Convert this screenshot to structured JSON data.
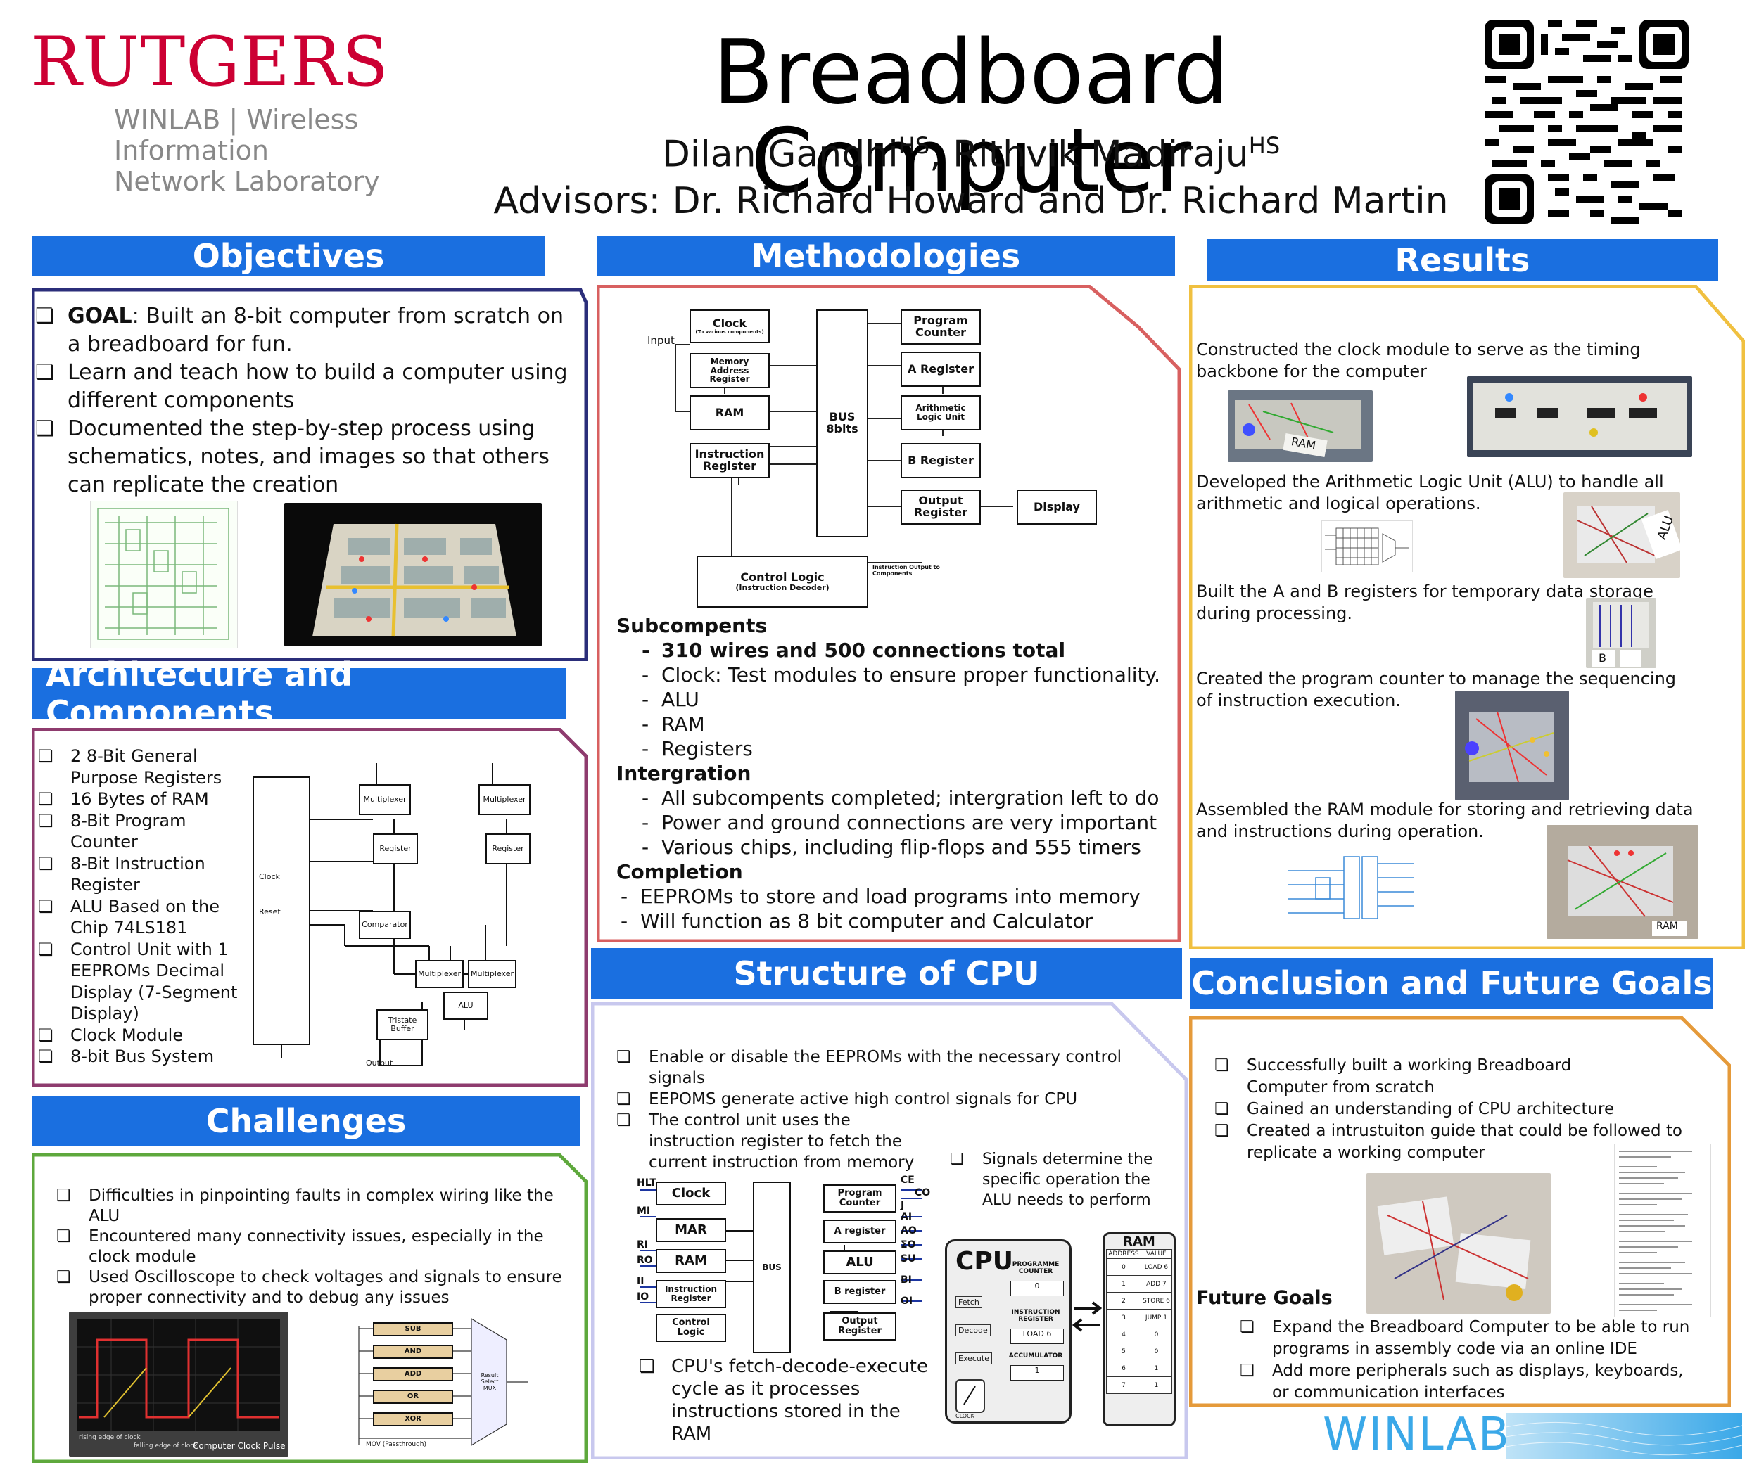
{
  "header": {
    "logo_word": "RUTGERS",
    "logo_sub1": "WINLAB | Wireless Information",
    "logo_sub2": "Network Laboratory",
    "title": "Breadboard Computer",
    "author1": "Dilan Gandhi",
    "author2": "Rithvik Madiraju",
    "author_sup": "HS",
    "author_sep": ", ",
    "advisors": "Advisors: Dr. Richard Howard and Dr. Richard Martin"
  },
  "colors": {
    "header_blue": "#1a6fe0",
    "rutgers_red": "#cc0033",
    "objectives_border": "#2b2e7a",
    "arch_border": "#8e3b6e",
    "challenges_border": "#5ea83c",
    "methods_border": "#d86060",
    "cpu_border": "#c8c8ee",
    "results_border": "#f0c040",
    "conclusion_border": "#e59a3a",
    "winlab_blue": "#3aa8e8"
  },
  "objectives": {
    "title": "Objectives",
    "goal_label": "GOAL",
    "goal_text": ": Built an 8-bit computer from scratch on a breadboard for fun.",
    "items": [
      "Learn and teach how to build a computer using different components",
      "Documented the step-by-step process using schematics, notes, and images so that others can replicate the creation"
    ]
  },
  "architecture": {
    "title": "Architecture and Components",
    "items": [
      "2 8-Bit General Purpose Registers",
      "16 Bytes of RAM",
      "8-Bit Program Counter",
      "8-Bit Instruction Register",
      "ALU Based on the Chip 74LS181",
      "Control Unit with 1 EEPROMs Decimal Display (7-Segment Display)",
      "Clock Module",
      "8-bit Bus System"
    ],
    "diagram": {
      "clock": "Clock",
      "reset": "Reset",
      "mux1": "Multiplexer",
      "mux2": "Multiplexer",
      "reg1": "Register",
      "reg2": "Register",
      "comparator": "Comparator",
      "mux3": "Multiplexer",
      "mux4": "Multiplexer",
      "alu": "ALU",
      "tristate": "Tristate Buffer",
      "output": "Output"
    }
  },
  "challenges": {
    "title": "Challenges",
    "items": [
      "Difficulties in pinpointing faults in complex wiring like the ALU",
      "Encountered many connectivity issues, especially in the clock module",
      "Used Oscilloscope to check voltages and signals to ensure proper connectivity and to debug any issues"
    ],
    "scope_caption": "Computer Clock Pulse",
    "scope_rise": "rising edge of clock",
    "scope_fall": "falling edge of clock",
    "mux_ops": [
      "SUB",
      "AND",
      "ADD",
      "OR",
      "XOR"
    ],
    "mux_label": "Result Select MUX",
    "mux_pass": "MOV (Passthrough)"
  },
  "methodologies": {
    "title": "Methodologies",
    "diagram": {
      "input": "Input",
      "clock": "Clock",
      "clock_sub": "(To various components)",
      "mar": "Memory Address Register",
      "ram": "RAM",
      "ir": "Instruction Register",
      "bus": "BUS 8bits",
      "pc": "Program Counter",
      "areg": "A Register",
      "alu": "Arithmetic Logic Unit",
      "breg": "B Register",
      "out": "Output Register",
      "display": "Display",
      "control": "Control Logic",
      "control_sub": "(Instruction Decoder)",
      "control_out": "Instruction Output to Components"
    },
    "subcomponents_title": "Subcompents",
    "subcomponents_bold": "310 wires and 500 connections total",
    "subcomponents": [
      "Clock: Test modules to ensure proper functionality.",
      "ALU",
      "RAM",
      "Registers"
    ],
    "integration_title": "Intergration",
    "integration": [
      "All subcompents completed; intergration left to do",
      " Power and ground connections are very important",
      "Various chips, including flip-flops and 555 timers"
    ],
    "completion_title": "Completion",
    "completion": [
      "EEPROMs to store and load programs into memory",
      " Will function as 8 bit computer and Calculator"
    ]
  },
  "cpu": {
    "title": "Structure of CPU",
    "items": [
      "Enable or disable the EEPROMs with the necessary control signals",
      " EEPOMS generate active high control signals for CPU",
      "The control unit uses the instruction register to fetch the current instruction from memory"
    ],
    "signals_note": "Signals determine the specific operation the ALU needs to perform",
    "fde_note": "CPU's fetch-decode-execute cycle as it processes instructions stored in the RAM",
    "diagram": {
      "clock": "Clock",
      "mar": "MAR",
      "ram": "RAM",
      "ir": "Instruction Register",
      "control": "Control Logic",
      "bus": "BUS",
      "pc": "Program Counter",
      "areg": "A register",
      "alu": "ALU",
      "breg": "B register",
      "out": "Output Register",
      "left_signals": [
        "HLT",
        "MI",
        "RI",
        "RO",
        "II",
        "IO"
      ],
      "right_signals": [
        "CE",
        "CO",
        "J",
        "AI",
        "AO",
        "ΣO",
        "SU",
        "BI",
        "OI"
      ]
    },
    "cpu_graphic": {
      "cpu": "CPU",
      "fetch": "Fetch",
      "decode": "Decode",
      "execute": "Execute",
      "clock": "CLOCK",
      "pc_label": "PROGRAMME COUNTER",
      "pc_value": "0",
      "ir_label": "INSTRUCTION REGISTER",
      "ir_value": "LOAD 6",
      "acc_label": "ACCUMULATOR",
      "acc_value": "1",
      "ram_title": "RAM",
      "ram_head_addr": "ADDRESS",
      "ram_head_val": "VALUE",
      "ram_rows": [
        [
          "0",
          "LOAD 6"
        ],
        [
          "1",
          "ADD 7"
        ],
        [
          "2",
          "STORE 6"
        ],
        [
          "3",
          "JUMP 1"
        ],
        [
          "4",
          "0"
        ],
        [
          "5",
          "0"
        ],
        [
          "6",
          "1"
        ],
        [
          "7",
          "1"
        ]
      ]
    }
  },
  "results": {
    "title": "Results",
    "items": [
      "Constructed the clock module to serve as the timing backbone for the computer",
      "Developed the Arithmetic Logic Unit (ALU) to handle all arithmetic and logical operations.",
      "Built the A and B registers for temporary data storage during processing.",
      "Created the program counter to manage the sequencing of instruction execution.",
      "Assembled the RAM module for storing and retrieving data and instructions during operation."
    ],
    "photo_labels": {
      "ram_tag": "RAM",
      "alu_tag": "ALU",
      "b_tag": "B",
      "ram2_tag": "RAM"
    }
  },
  "conclusion": {
    "title": "Conclusion and Future Goals",
    "items": [
      "Successfully built a working Breadboard Computer from scratch",
      "Gained an understanding of CPU architecture",
      "Created a intrustuiton guide that could be followed to replicate a working computer"
    ],
    "future_title": "Future Goals",
    "future_items": [
      "Expand the Breadboard Computer to be able to run programs in assembly code via an online IDE",
      "Add more peripherals such as displays, keyboards, or communication interfaces"
    ]
  },
  "footer": {
    "winlab": "WINLAB"
  }
}
